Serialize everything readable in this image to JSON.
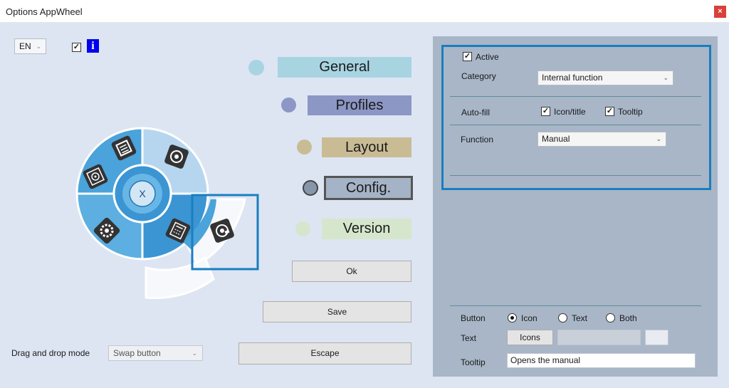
{
  "window": {
    "title": "Options AppWheel",
    "close_glyph": "×"
  },
  "top": {
    "language": "EN",
    "enabled_checked": true,
    "info_glyph": "i"
  },
  "wheel": {
    "center_label": "X",
    "icons": [
      "document-icon",
      "disc-icon",
      "gear-icon",
      "calculator-icon",
      "music-disc-icon",
      "sound-disc-icon"
    ]
  },
  "nav": [
    {
      "label": "General",
      "color": "#a8d4e2"
    },
    {
      "label": "Profiles",
      "color": "#8c97c6"
    },
    {
      "label": "Layout",
      "color": "#c9bc95"
    },
    {
      "label": "Config.",
      "color": "#a4b3c6"
    },
    {
      "label": "Version",
      "color": "#d5e6cc"
    }
  ],
  "buttons": {
    "ok": "Ok",
    "save": "Save",
    "escape": "Escape"
  },
  "drag_drop": {
    "label": "Drag and drop mode",
    "value": "Swap button"
  },
  "config": {
    "active_label": "Active",
    "active_checked": true,
    "category_label": "Category",
    "category_value": "Internal function",
    "autofill_label": "Auto-fill",
    "autofill_icon_title": "Icon/title",
    "autofill_tooltip": "Tooltip",
    "function_label": "Function",
    "function_value": "Manual",
    "button_label": "Button",
    "button_options": [
      "Icon",
      "Text",
      "Both"
    ],
    "button_selected": "Icon",
    "text_label": "Text",
    "icons_button": "Icons",
    "tooltip_label": "Tooltip",
    "tooltip_value": "Opens the manual"
  },
  "colors": {
    "accent_blue": "#1a7ebf",
    "panel": "#a8b6c7",
    "background": "#dde5f2"
  }
}
